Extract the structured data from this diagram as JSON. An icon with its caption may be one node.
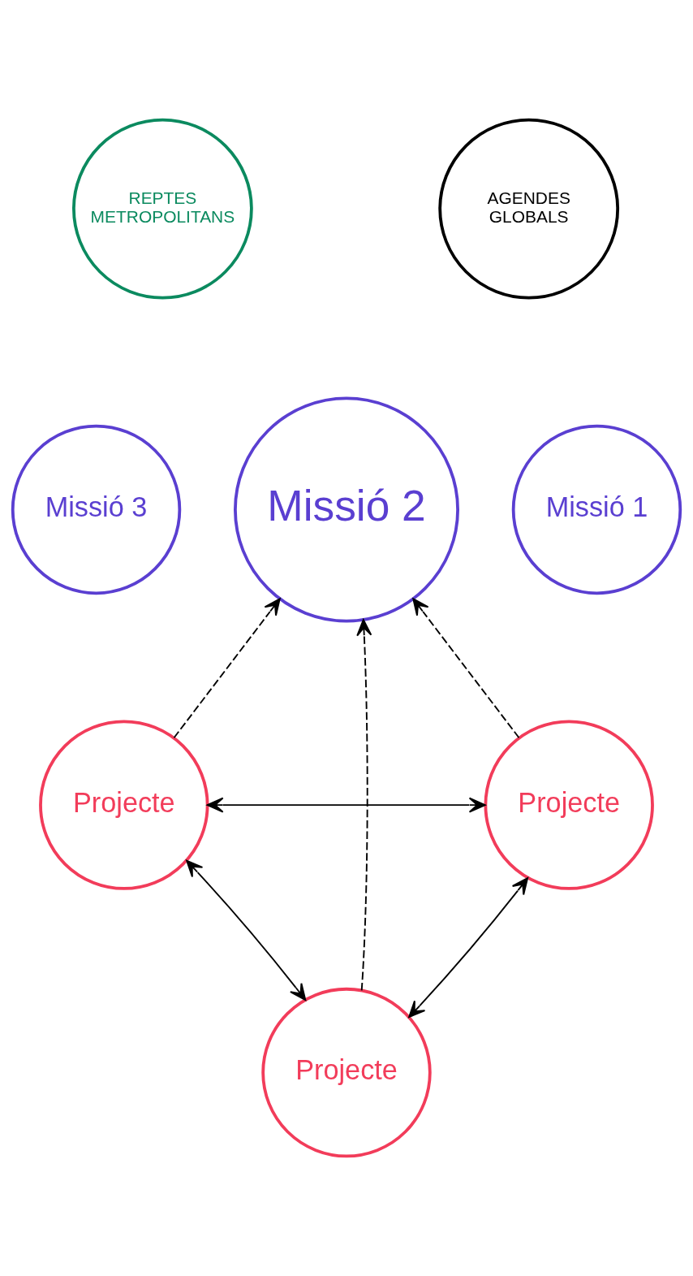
{
  "diagram": {
    "nodes": [
      {
        "text": [
          "REPTES METROPOLITANS"
        ]
      },
      {
        "text": [
          "AGENDES GLOBALS"
        ]
      },
      {
        "text": [
          "Missió 3"
        ]
      },
      {
        "text": [
          "Missió 2"
        ]
      },
      {
        "text": [
          "Missió 1"
        ]
      },
      {
        "text": [
          "Projecte"
        ]
      },
      {
        "text": [
          "Projecte"
        ]
      },
      {
        "text": [
          "Projecte"
        ]
      }
    ],
    "edges": [
      {
        "from": 5,
        "to": 3,
        "arrow": "to",
        "style": "dashed"
      },
      {
        "from": 7,
        "to": 3,
        "arrow": "to",
        "style": "dashed"
      },
      {
        "from": 6,
        "to": 3,
        "arrow": "to",
        "style": "dashed"
      },
      {
        "from": 5,
        "to": 6,
        "arrow": "both"
      },
      {
        "from": 5,
        "to": 7,
        "arrow": "both"
      },
      {
        "from": 6,
        "to": 7,
        "arrow": "both"
      }
    ]
  }
}
